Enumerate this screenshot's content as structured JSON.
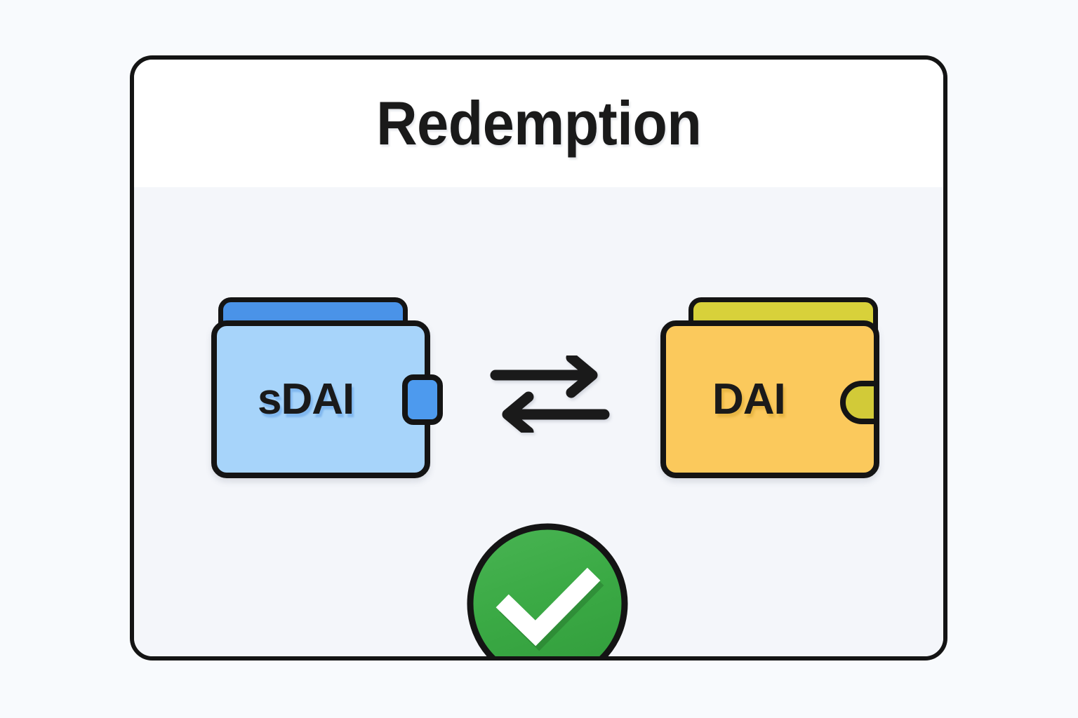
{
  "page": {
    "background_color": "#f8fafd"
  },
  "card": {
    "title": "Redemption",
    "border_color": "#141414",
    "header_background": "#ffffff",
    "body_background": "#f4f6fa"
  },
  "diagram": {
    "type": "token-swap",
    "source_wallet": {
      "label": "sDAI",
      "icon": "wallet-icon",
      "body_color": "#a7d4fa",
      "flap_color": "#4a93e8",
      "clasp_color": "#4d9aee"
    },
    "target_wallet": {
      "label": "DAI",
      "icon": "wallet-icon",
      "body_color": "#fbc95c",
      "flap_color": "#d8d13a",
      "clasp_color": "#d2ca38"
    },
    "exchange": {
      "icon": "swap-arrows-icon",
      "arrow_top_direction": "right",
      "arrow_bottom_direction": "left",
      "color": "#1a1a1a"
    },
    "status": {
      "icon": "check-circle-icon",
      "state": "success",
      "circle_color": "#3baa45",
      "check_color": "#ffffff",
      "outline_color": "#141414"
    }
  }
}
